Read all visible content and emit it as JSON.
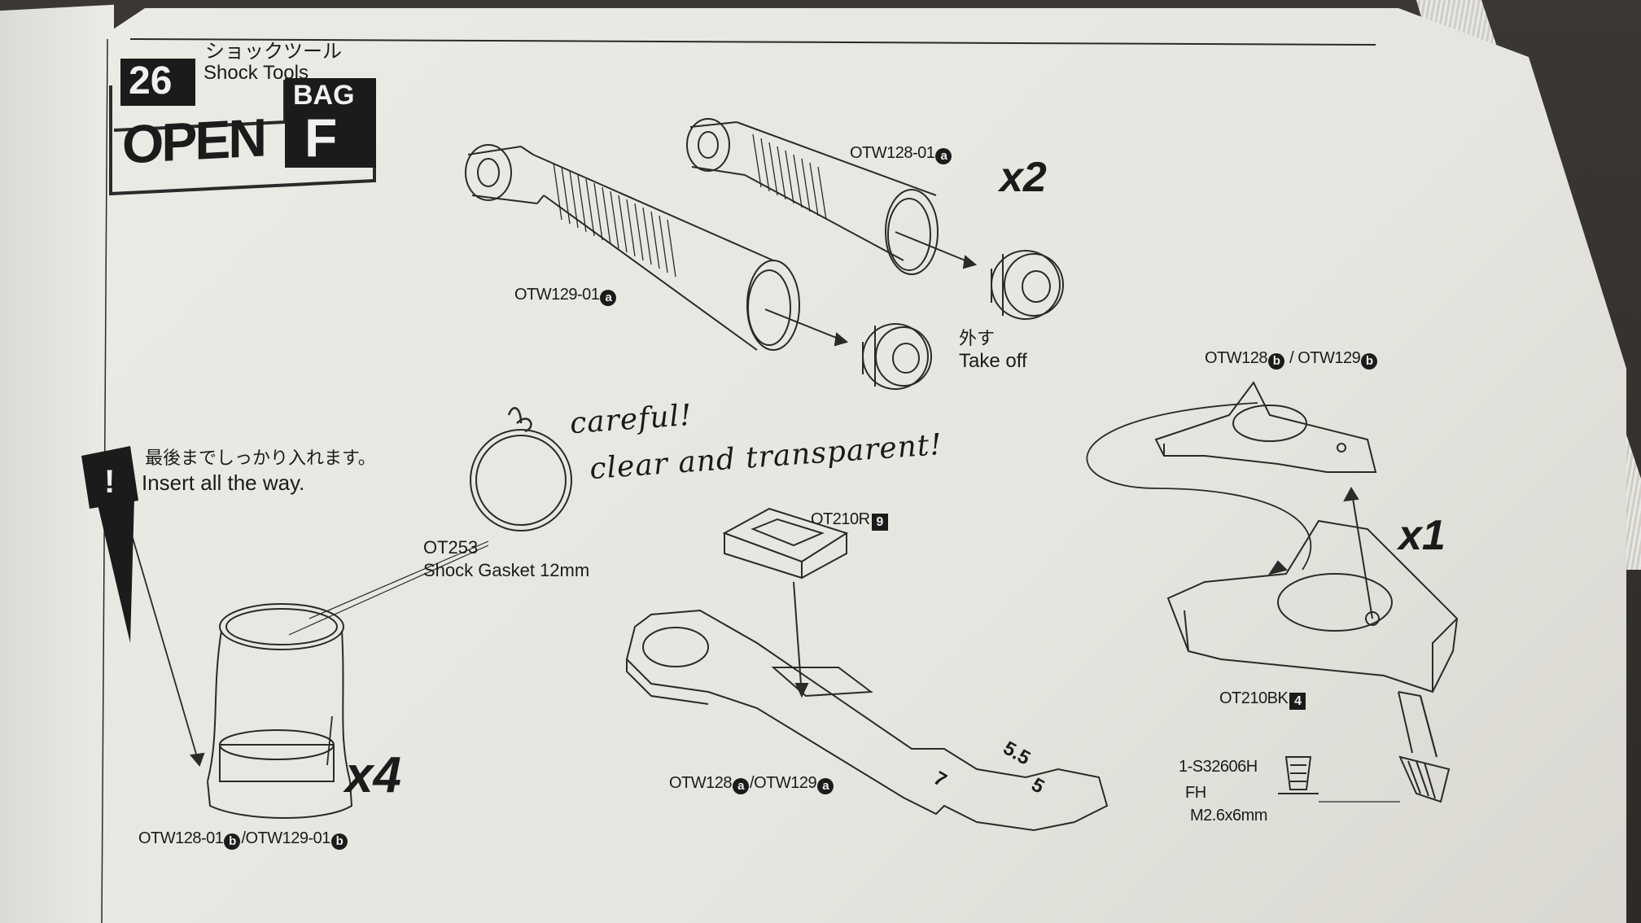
{
  "step": {
    "number": "26",
    "title_jp": "ショックツール",
    "title_en": "Shock Tools",
    "open_label": "OPEN",
    "bag_label": "BAG",
    "bag_letter": "F"
  },
  "labels": {
    "otw128_01a": "OTW128-01",
    "otw129_01a": "OTW129-01",
    "badge_a": "a",
    "badge_b": "b",
    "qty_x2": "x2",
    "qty_x1": "x1",
    "qty_x4": "x4",
    "takeoff_jp": "外す",
    "takeoff_en": "Take off",
    "otw128b": "OTW128",
    "otw129b": "OTW129",
    "slash": " / ",
    "note_jp": "最後までしっかり入れます。",
    "note_en": "Insert all the way.",
    "ot253": "OT253",
    "gasket": "Shock Gasket 12mm",
    "ot210r": "OT210R",
    "ot210r_num": "9",
    "ot210bk": "OT210BK",
    "ot210bk_num": "4",
    "otw128a": "OTW128",
    "otw129a": "OTW129",
    "otw128_01b": "OTW128-01",
    "otw129_01b": "OTW129-01",
    "screw_code": "1-S32606H",
    "screw_type": "FH",
    "screw_size": "M2.6x6mm",
    "wrench_7": "7",
    "wrench_55": "5.5",
    "wrench_5": "5"
  },
  "handwriting": {
    "line1": "careful!",
    "line2": "clear and transparent!"
  }
}
